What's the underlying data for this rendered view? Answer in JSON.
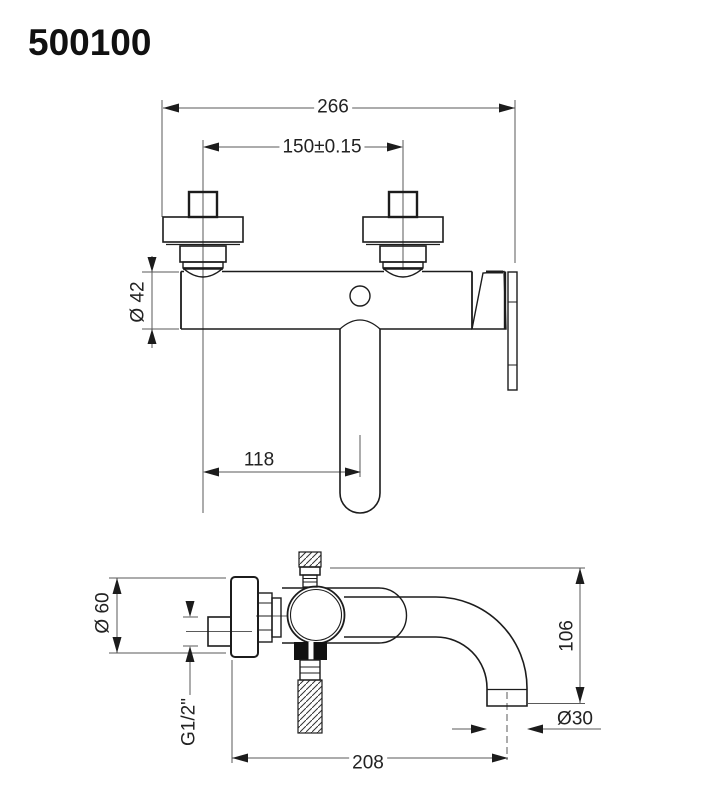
{
  "title": "500100",
  "front_view": {
    "dims": {
      "overall_width": "266",
      "hole_spacing": "150±0.15",
      "body_diameter": "Ø 42",
      "spout_offset": "118"
    }
  },
  "side_view": {
    "dims": {
      "flange_diameter": "Ø 60",
      "inlet_thread": "G1/2\"",
      "height": "106",
      "depth": "208",
      "outlet_diameter": "Ø30"
    }
  },
  "colors": {
    "line": "#1c1c1c",
    "dim_line": "#5a5a5a",
    "text": "#222222",
    "background": "#ffffff"
  }
}
